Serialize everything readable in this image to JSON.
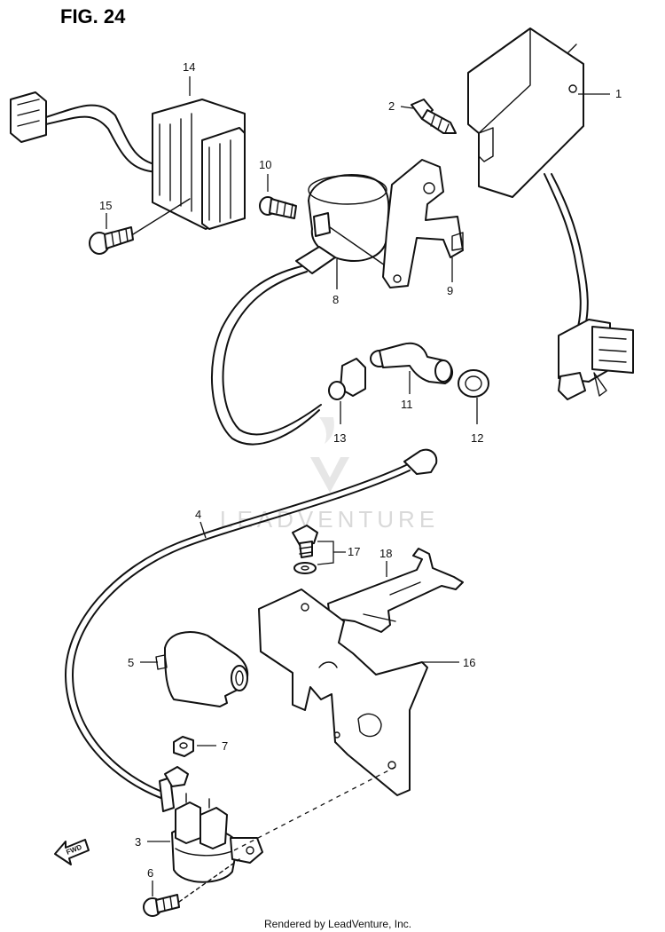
{
  "figure": {
    "title": "FIG. 24"
  },
  "watermark": {
    "text": "LEADVENTURE"
  },
  "direction_arrow": {
    "text": "FWD"
  },
  "footer": {
    "text": "Rendered by LeadVenture, Inc."
  },
  "callouts": {
    "c1": "1",
    "c2": "2",
    "c3": "3",
    "c4": "4",
    "c5": "5",
    "c6": "6",
    "c7": "7",
    "c8": "8",
    "c9": "9",
    "c10": "10",
    "c11": "11",
    "c12": "12",
    "c13": "13",
    "c14": "14",
    "c15": "15",
    "c16": "16",
    "c17": "17",
    "c18": "18"
  }
}
